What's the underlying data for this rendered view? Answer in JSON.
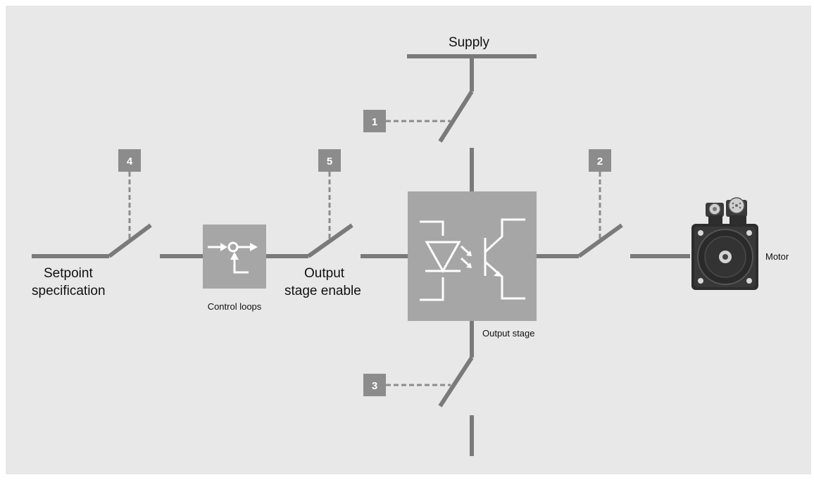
{
  "colors": {
    "background": "#e8e8e8",
    "line": "#7a7a7a",
    "block": "#a6a6a6",
    "badge": "#8c8c8c",
    "dashed": "#8c8c8c",
    "symbol": "#ffffff",
    "text": "#111111"
  },
  "labels": {
    "supply": "Supply",
    "setpoint_line1": "Setpoint",
    "setpoint_line2": "specification",
    "control_loops": "Control loops",
    "output_enable_line1": "Output",
    "output_enable_line2": "stage enable",
    "output_stage": "Output stage",
    "motor": "Motor"
  },
  "badges": [
    "1",
    "2",
    "3",
    "4",
    "5"
  ],
  "icons": [
    "switch-icon",
    "summing-junction-icon",
    "led-icon",
    "phototransistor-icon",
    "motor-icon"
  ]
}
